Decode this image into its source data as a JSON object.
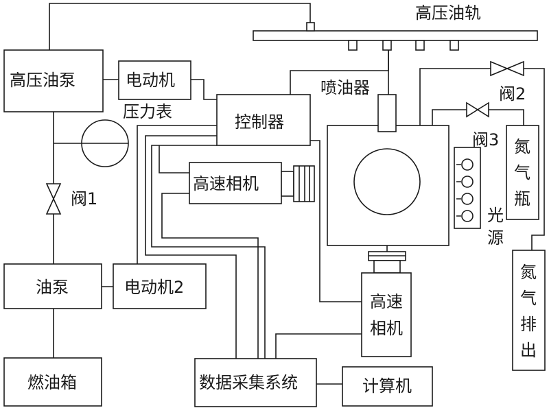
{
  "labels": {
    "rail": "高压油轨",
    "hp_pump": "高压油泵",
    "motor1": "电动机",
    "gauge": "压力表",
    "controller": "控制器",
    "injector": "喷油器",
    "valve2": "阀2",
    "valve3": "阀3",
    "valve1": "阀1",
    "camera_top": "高速相机",
    "camera_bottom_l1": "高速",
    "camera_bottom_l2": "相机",
    "oil_pump": "油泵",
    "motor2": "电动机2",
    "fuel_tank": "燃油箱",
    "daq": "数据采集系统",
    "computer": "计算机",
    "light_l1": "光",
    "light_l2": "源",
    "n2_bottle": [
      "氮",
      "气",
      "瓶"
    ],
    "n2_exhaust": [
      "氮",
      "气",
      "排",
      "出"
    ]
  }
}
